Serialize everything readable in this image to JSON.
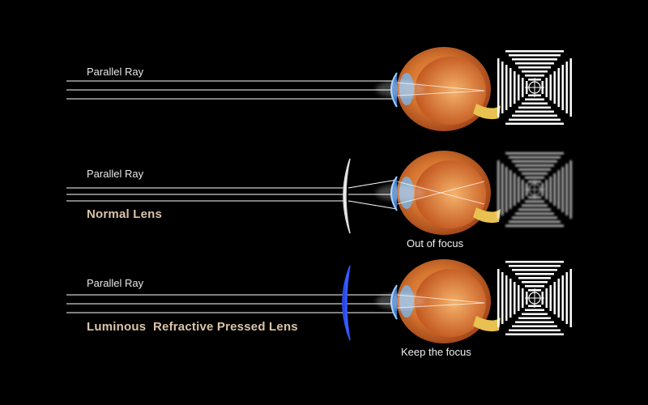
{
  "rows": [
    {
      "ray_label": "Parallel Ray",
      "lens_label": "",
      "caption": ""
    },
    {
      "ray_label": "Parallel Ray",
      "lens_label": "Normal Lens",
      "caption": "Out of focus"
    },
    {
      "ray_label": "Parallel Ray",
      "lens_label": "Luminous  Refractive Pressed Lens",
      "caption": "Keep the focus"
    }
  ],
  "icons": [
    "eyeball-cross-section-icon",
    "concave-lens-icon",
    "focus-test-chart-icon"
  ],
  "colors": {
    "background": "#000000",
    "ray": "#ffffff",
    "lens_normal": "#e8e8e8",
    "lens_luminous": "#2e52ff",
    "eye_outer": "#c86a2a",
    "lens_label": "#d9c4a8"
  },
  "chart_state": [
    "sharp",
    "blurred",
    "sharp"
  ]
}
